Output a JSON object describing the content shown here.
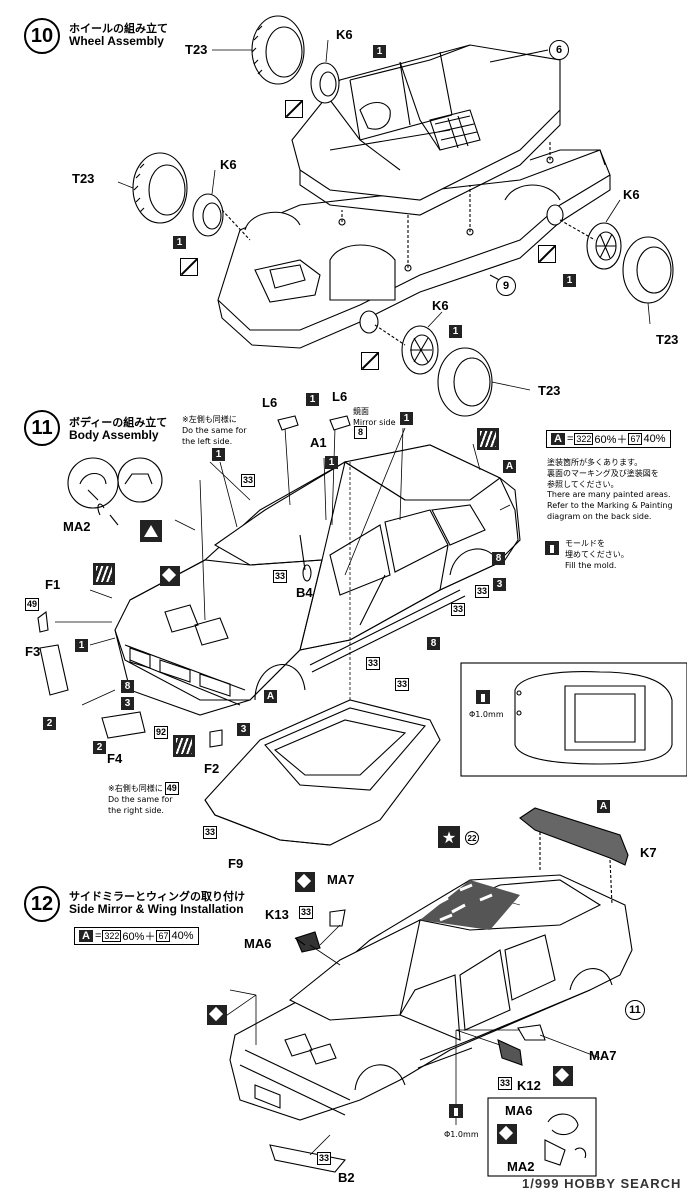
{
  "step10": {
    "number": "10",
    "title_jp": "ホイールの組み立て",
    "title_en": "Wheel Assembly",
    "labels": {
      "t23_a": "T23",
      "k6_a": "K6",
      "box1_a": "1",
      "part6": "6",
      "t23_b": "T23",
      "k6_b": "K6",
      "box1_b": "1",
      "k6_c": "K6",
      "box1_c": "1",
      "t23_c": "T23",
      "part9": "9",
      "k6_d": "K6",
      "box1_d": "1",
      "t23_d": "T23"
    }
  },
  "step11": {
    "number": "11",
    "title_jp": "ボディーの組み立て",
    "title_en": "Body Assembly",
    "note_left_jp": "※左側も同様に",
    "note_left_en": "Do the same for the left side.",
    "mirror_side_jp": "鏡面",
    "mirror_side_en": "Mirror side",
    "note_right_jp": "※右側も同様に",
    "note_right_en": "Do the same for the right side.",
    "color_mix": {
      "letter": "A",
      "eq": "=",
      "c1": "322",
      "p1": "60%＋",
      "c2": "67",
      "p2": "40%"
    },
    "painted_jp_1": "塗装箇所が多くあります。",
    "painted_jp_2": "裏面のマーキング及び塗装図を",
    "painted_jp_3": "参照してください。",
    "painted_en_1": "There are many painted areas.",
    "painted_en_2": "Refer to the Marking & Painting",
    "painted_en_3": "diagram on the back side.",
    "mold_jp_1": "モールドを",
    "mold_jp_2": "埋めてください。",
    "mold_en": "Fill the mold.",
    "drill": "Φ1.0mm",
    "labels": {
      "l6_a": "L6",
      "box1_l6a": "1",
      "l6_b": "L6",
      "box1_l6b": "1",
      "box8_mirror": "8",
      "a1": "A1",
      "box1_a1": "1",
      "box1_left": "1",
      "box1_roof": "1",
      "box33_a": "33",
      "box33_b": "33",
      "box33_c": "33",
      "box33_d": "33",
      "box33_e": "33",
      "box33_f": "33",
      "box33_g": "33",
      "b4": "B4",
      "a_letter_1": "A",
      "a_letter_2": "A",
      "ma2": "MA2",
      "f1": "F1",
      "box49_a": "49",
      "f3": "F3",
      "box1_f": "1",
      "box2_a": "2",
      "box8_a": "8",
      "box3_a": "3",
      "box8_b": "8",
      "box3_b": "3",
      "box92": "92",
      "box2_b": "2",
      "f4": "F4",
      "f2": "F2",
      "box49_b": "49",
      "f9": "F9",
      "box33_f9": "33"
    }
  },
  "step12": {
    "number": "12",
    "title_jp": "サイドミラーとウィングの取り付け",
    "title_en": "Side Mirror & Wing Installation",
    "color_mix": {
      "letter": "A",
      "eq": "=",
      "c1": "322",
      "p1": "60%＋",
      "c2": "67",
      "p2": "40%"
    },
    "drill": "Φ1.0mm",
    "labels": {
      "ma7_a": "MA7",
      "box33_k13": "33",
      "k13": "K13",
      "ma6_a": "MA6",
      "box22": "22",
      "a_wing": "A",
      "k7": "K7",
      "part11": "11",
      "ma7_b": "MA7",
      "box33_k12": "33",
      "k12": "K12",
      "ma6_b": "MA6",
      "ma2_b": "MA2",
      "box33_b2": "33",
      "b2": "B2"
    }
  },
  "watermark": "1/999 HOBBY SEARCH",
  "icons": [
    "no-glue-icon",
    "paint-stripe-icon",
    "diamond-decal-icon",
    "triangle-parts-icon",
    "star-icon",
    "mold-fill-icon"
  ]
}
